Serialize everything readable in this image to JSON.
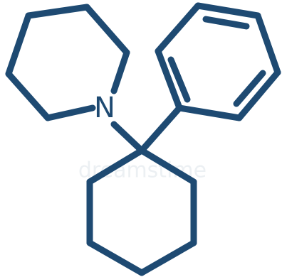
{
  "diagram": {
    "atoms": [
      {
        "id": "nitrogen",
        "symbol": "N"
      }
    ],
    "bond_color": "#1e4a72",
    "background": "#ffffff"
  },
  "watermark": {
    "text": "dreamstime"
  }
}
